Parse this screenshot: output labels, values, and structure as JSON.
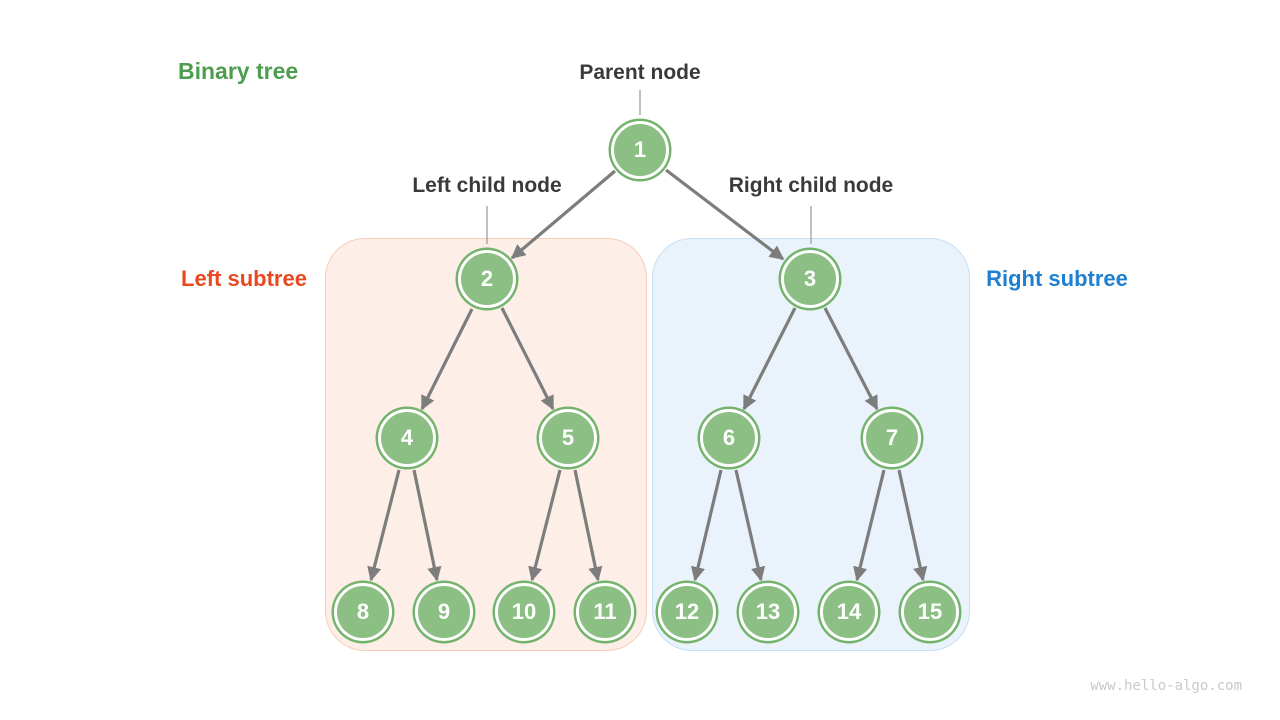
{
  "title": "Binary tree",
  "annotations": {
    "parent_node": "Parent node",
    "left_child_node": "Left child node",
    "right_child_node": "Right child node",
    "left_subtree": "Left subtree",
    "right_subtree": "Right subtree"
  },
  "watermark": "www.hello-algo.com",
  "tree": {
    "nodes": [
      {
        "value": "1"
      },
      {
        "value": "2"
      },
      {
        "value": "3"
      },
      {
        "value": "4"
      },
      {
        "value": "5"
      },
      {
        "value": "6"
      },
      {
        "value": "7"
      },
      {
        "value": "8"
      },
      {
        "value": "9"
      },
      {
        "value": "10"
      },
      {
        "value": "11"
      },
      {
        "value": "12"
      },
      {
        "value": "13"
      },
      {
        "value": "14"
      },
      {
        "value": "15"
      }
    ],
    "edges": [
      [
        "1",
        "2"
      ],
      [
        "1",
        "3"
      ],
      [
        "2",
        "4"
      ],
      [
        "2",
        "5"
      ],
      [
        "3",
        "6"
      ],
      [
        "3",
        "7"
      ],
      [
        "4",
        "8"
      ],
      [
        "4",
        "9"
      ],
      [
        "5",
        "10"
      ],
      [
        "5",
        "11"
      ],
      [
        "6",
        "12"
      ],
      [
        "6",
        "13"
      ],
      [
        "7",
        "14"
      ],
      [
        "7",
        "15"
      ]
    ],
    "left_subtree_nodes": [
      "2",
      "4",
      "5",
      "8",
      "9",
      "10",
      "11"
    ],
    "right_subtree_nodes": [
      "3",
      "6",
      "7",
      "12",
      "13",
      "14",
      "15"
    ]
  },
  "colors": {
    "node_fill": "#8bbf83",
    "node_ring": "#74b36c",
    "node_text": "#ffffff",
    "title_text": "#4d9e50",
    "left_subtree_text": "#e8491f",
    "right_subtree_text": "#1f7fd1",
    "left_box_bg": "#fdefe8",
    "left_box_border": "#f6cdb8",
    "right_box_bg": "#eaf3fb",
    "right_box_border": "#c5dff4",
    "edge": "#7d7d7d",
    "annotation_text": "#3a3a3a",
    "watermark_text": "#c9c9c9"
  }
}
